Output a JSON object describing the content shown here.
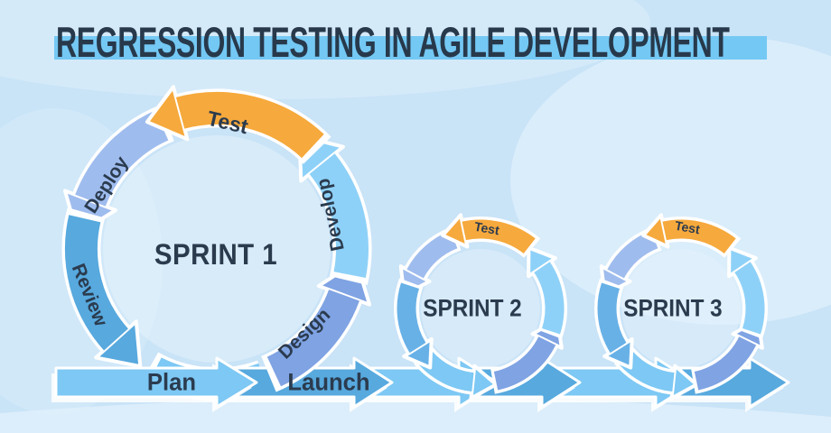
{
  "title": {
    "text": "REGRESSION TESTING IN AGILE DEVELOPMENT"
  },
  "sprint1": {
    "name": "SPRINT 1",
    "test": "Test",
    "develop": "Develop",
    "design": "Design",
    "deploy": "Deploy",
    "review": "Review"
  },
  "sprint2": {
    "name": "SPRINT 2",
    "test": "Test"
  },
  "sprint3": {
    "name": "SPRINT 3",
    "test": "Test"
  },
  "timeline": {
    "plan": "Plan",
    "launch": "Launch"
  },
  "colors": {
    "background": "#C9E3F7",
    "blob": "#DFF0FC",
    "navy": "#2B3B4E",
    "title_highlight": "#74C8F4",
    "orange": "#F6A93C",
    "sky": "#7DC8F4",
    "sky_light": "#8ED1F8",
    "periwinkle": "#7FA3E3",
    "periwinkle_light": "#9FBCEE",
    "blue_medium": "#57A9DE",
    "left_blue": "#68B1E7",
    "white": "#FFFFFF"
  }
}
